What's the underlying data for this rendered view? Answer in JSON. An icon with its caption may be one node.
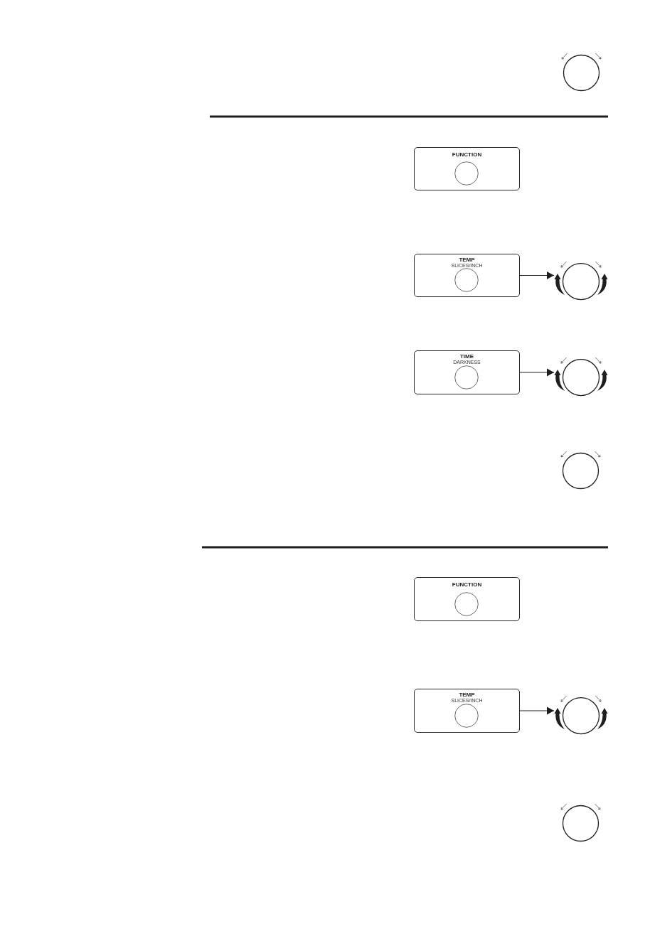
{
  "diagram": {
    "nodes": [
      {
        "text": [],
        "shape": "circle"
      },
      {
        "text": [
          "FUNCTION"
        ]
      },
      {
        "text": [
          "TEMP",
          "SLICES/INCH"
        ]
      },
      {
        "text": [],
        "shape": "circle"
      },
      {
        "text": [
          "TIME",
          "DARKNESS"
        ]
      },
      {
        "text": [],
        "shape": "circle"
      },
      {
        "text": [],
        "shape": "circle"
      },
      {
        "text": [
          "FUNCTION"
        ]
      },
      {
        "text": [
          "TEMP",
          "SLICES/INCH"
        ]
      },
      {
        "text": [],
        "shape": "circle"
      },
      {
        "text": [],
        "shape": "circle"
      }
    ],
    "edges": [
      {
        "from": 2,
        "to": 3,
        "arrow": "to"
      },
      {
        "from": 4,
        "to": 5,
        "arrow": "to"
      },
      {
        "from": 8,
        "to": 9,
        "arrow": "to"
      }
    ]
  }
}
